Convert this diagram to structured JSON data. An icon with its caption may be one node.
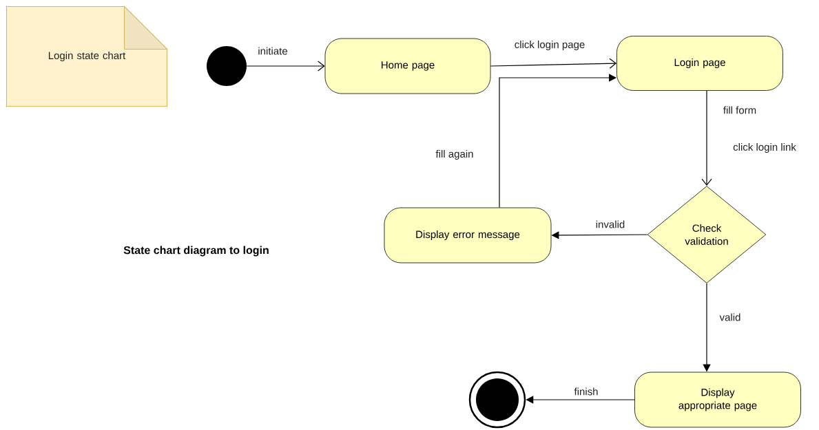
{
  "diagram": {
    "title": "State chart diagram to login",
    "nodes": [
      {
        "text": [
          "Login state chart"
        ]
      },
      {
        "text": [],
        "shape": "circle"
      },
      {
        "text": [
          "Home page"
        ]
      },
      {
        "text": [
          "Login page"
        ]
      },
      {
        "text": [
          "Check validation"
        ]
      },
      {
        "text": [
          "Display error message"
        ]
      },
      {
        "text": [
          "Display appropriate page"
        ]
      },
      {
        "text": [],
        "shape": "circle"
      }
    ],
    "edges": [
      {
        "from": 1,
        "to": 2,
        "arrow": "to",
        "label": "initiate"
      },
      {
        "from": 2,
        "to": 3,
        "arrow": "to",
        "label": "click login page"
      },
      {
        "from": 3,
        "to": 4,
        "arrow": "to",
        "label": "fill form"
      },
      {
        "from": 5,
        "to": 3,
        "arrow": "to",
        "label": "fill again"
      },
      {
        "from": 4,
        "to": 5,
        "arrow": "to",
        "label": "invalid"
      },
      {
        "from": 4,
        "to": 6,
        "arrow": "to",
        "label": "valid"
      },
      {
        "from": 6,
        "to": 7,
        "arrow": "to",
        "label": "finish"
      }
    ],
    "labels": [
      "click login link"
    ]
  }
}
